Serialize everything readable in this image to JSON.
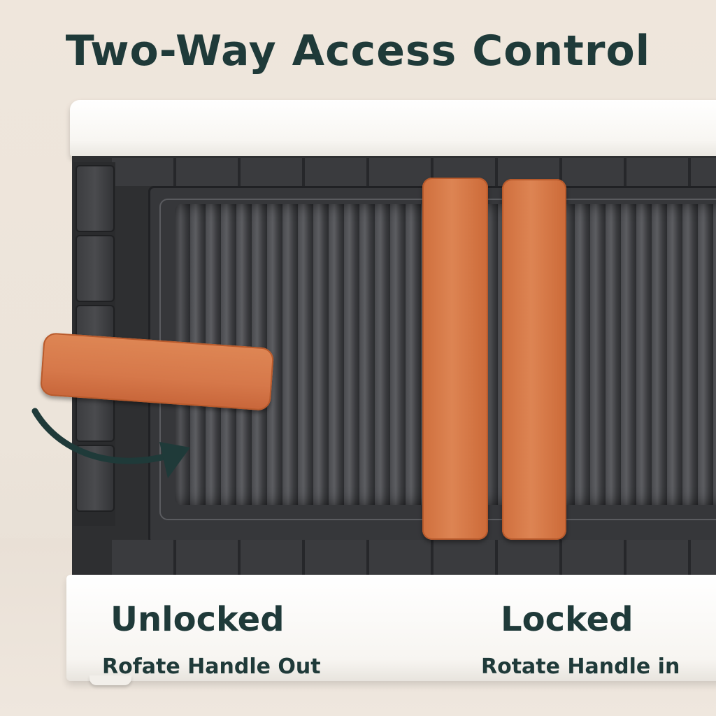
{
  "title": "Two-Way Access Control",
  "labels": {
    "unlocked": "Unlocked",
    "unlocked_sub": "Rofate Handle Out",
    "locked": "Locked",
    "locked_sub": "Rotate Handle in"
  },
  "icons": {
    "rotate_arrow": "curved-arrow-icon"
  },
  "colors": {
    "text": "#1f3a39",
    "handle": "#d6784a",
    "body": "#2e2f31",
    "background": "#efe6dc"
  }
}
